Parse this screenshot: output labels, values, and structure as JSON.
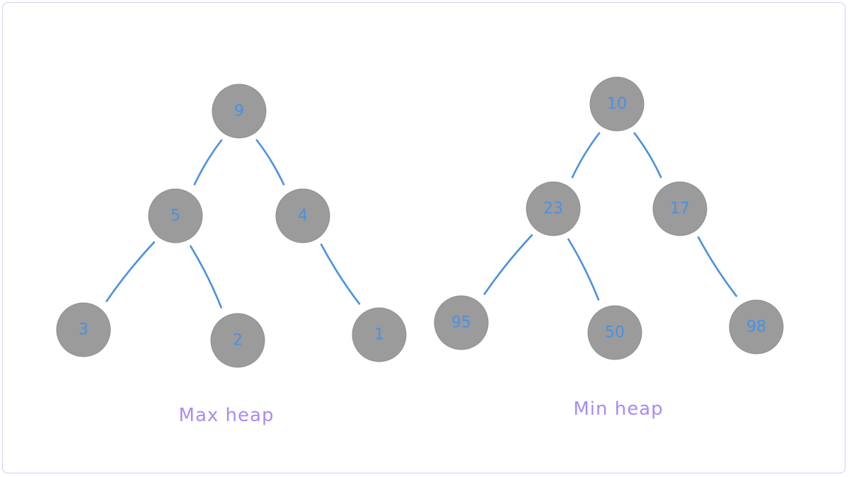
{
  "colors": {
    "node_fill": "#9b9b9b",
    "node_text": "#4a90e2",
    "edge": "#4a90e2",
    "caption": "#a78bfa",
    "frame_border": "#d9c9f5"
  },
  "trees": [
    {
      "id": "max-heap",
      "caption": "Max heap",
      "nodes": [
        {
          "id": "mx-9",
          "label": "9"
        },
        {
          "id": "mx-5",
          "label": "5"
        },
        {
          "id": "mx-4",
          "label": "4"
        },
        {
          "id": "mx-3",
          "label": "3"
        },
        {
          "id": "mx-2",
          "label": "2"
        },
        {
          "id": "mx-1",
          "label": "1"
        }
      ],
      "edges": [
        {
          "from": "mx-9",
          "to": "mx-5"
        },
        {
          "from": "mx-9",
          "to": "mx-4"
        },
        {
          "from": "mx-5",
          "to": "mx-3"
        },
        {
          "from": "mx-5",
          "to": "mx-2"
        },
        {
          "from": "mx-4",
          "to": "mx-1"
        }
      ]
    },
    {
      "id": "min-heap",
      "caption": "Min heap",
      "nodes": [
        {
          "id": "mn-10",
          "label": "10"
        },
        {
          "id": "mn-23",
          "label": "23"
        },
        {
          "id": "mn-17",
          "label": "17"
        },
        {
          "id": "mn-95",
          "label": "95"
        },
        {
          "id": "mn-50",
          "label": "50"
        },
        {
          "id": "mn-98",
          "label": "98"
        }
      ],
      "edges": [
        {
          "from": "mn-10",
          "to": "mn-23"
        },
        {
          "from": "mn-10",
          "to": "mn-17"
        },
        {
          "from": "mn-23",
          "to": "mn-95"
        },
        {
          "from": "mn-23",
          "to": "mn-50"
        },
        {
          "from": "mn-17",
          "to": "mn-98"
        }
      ]
    }
  ]
}
